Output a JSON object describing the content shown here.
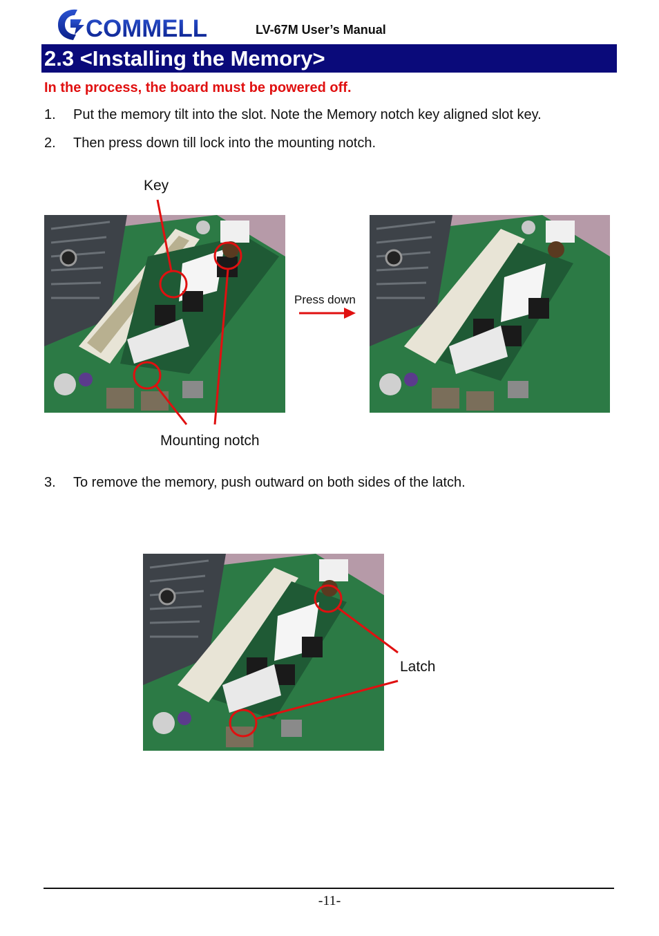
{
  "header": {
    "brand": "COMMELL",
    "manual_title": "LV-67M User’s Manual"
  },
  "section": {
    "title": "2.3 <Installing the Memory>"
  },
  "warning": "In the process, the board must be powered off.",
  "steps": [
    {
      "num": "1.",
      "text": "Put the memory tilt into the slot. Note the Memory notch key aligned slot key."
    },
    {
      "num": "2.",
      "text": "Then press down till lock into the mounting notch."
    },
    {
      "num": "3.",
      "text": "To remove the memory, push outward on both sides of the latch."
    }
  ],
  "figure1": {
    "key_label": "Key",
    "mounting_label": "Mounting notch",
    "press_label": "Press down"
  },
  "figure2": {
    "latch_label": "Latch"
  },
  "footer": {
    "page": "-11-"
  },
  "colors": {
    "section_bar": "#0a0a7a",
    "warning": "#e01010",
    "callout": "#e01010"
  }
}
